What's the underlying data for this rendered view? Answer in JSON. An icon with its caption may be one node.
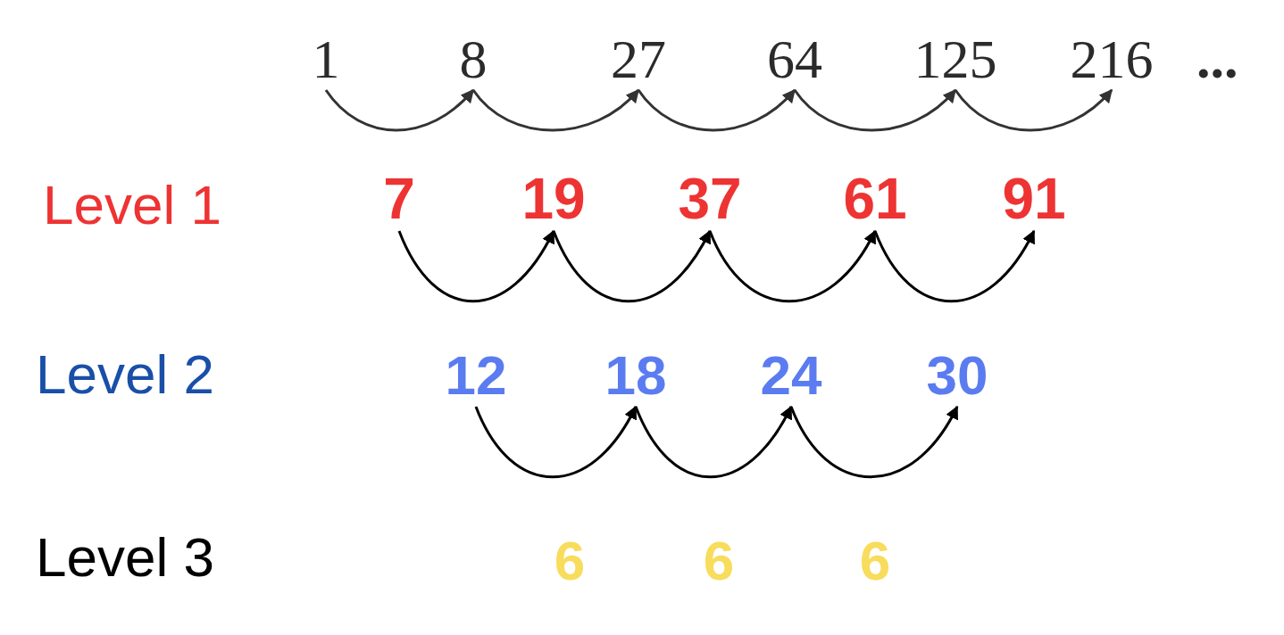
{
  "diagram": {
    "nodes": [
      {
        "text": [
          "1"
        ]
      },
      {
        "text": [
          "8"
        ]
      },
      {
        "text": [
          "27"
        ]
      },
      {
        "text": [
          "64"
        ]
      },
      {
        "text": [
          "125"
        ]
      },
      {
        "text": [
          "216"
        ]
      },
      {
        "text": [
          "7"
        ]
      },
      {
        "text": [
          "19"
        ]
      },
      {
        "text": [
          "37"
        ]
      },
      {
        "text": [
          "61"
        ]
      },
      {
        "text": [
          "91"
        ]
      },
      {
        "text": [
          "12"
        ]
      },
      {
        "text": [
          "18"
        ]
      },
      {
        "text": [
          "24"
        ]
      },
      {
        "text": [
          "30"
        ]
      },
      {
        "text": [
          "6"
        ]
      },
      {
        "text": [
          "6"
        ]
      },
      {
        "text": [
          "6"
        ]
      }
    ],
    "edges": [
      {
        "from": 0,
        "to": 1,
        "arrow": "to"
      },
      {
        "from": 1,
        "to": 2,
        "arrow": "to"
      },
      {
        "from": 2,
        "to": 3,
        "arrow": "to"
      },
      {
        "from": 3,
        "to": 4,
        "arrow": "to"
      },
      {
        "from": 4,
        "to": 5,
        "arrow": "to"
      },
      {
        "from": 6,
        "to": 7,
        "arrow": "to"
      },
      {
        "from": 7,
        "to": 8,
        "arrow": "to"
      },
      {
        "from": 8,
        "to": 9,
        "arrow": "to"
      },
      {
        "from": 9,
        "to": 10,
        "arrow": "to"
      },
      {
        "from": 11,
        "to": 12,
        "arrow": "to"
      },
      {
        "from": 12,
        "to": 13,
        "arrow": "to"
      },
      {
        "from": 13,
        "to": 14,
        "arrow": "to"
      }
    ],
    "labels": [
      "...",
      "Level 1",
      "Level 2",
      "Level 3"
    ]
  }
}
